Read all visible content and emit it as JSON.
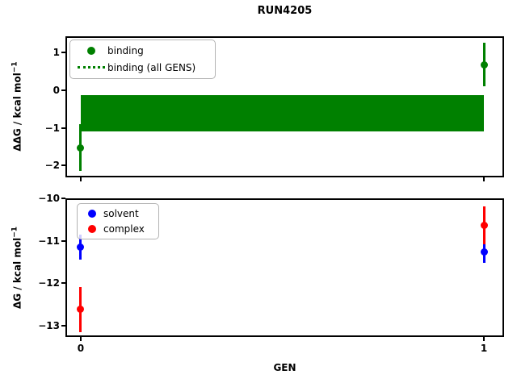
{
  "title": "RUN4205",
  "xlabel": "GEN",
  "background": "#ffffff",
  "chart_data": [
    {
      "type": "scatter",
      "subplot": "top",
      "ylabel": "ΔΔG / kcal mol⁻¹",
      "ylabel_text": "ΔΔG / kcal mol",
      "ylabel_sup": "−1",
      "ylim": [
        -2.31,
        1.43
      ],
      "xlim": [
        -0.038,
        1.05
      ],
      "ytick_values": [
        1,
        0,
        -1,
        -2
      ],
      "yticks": [
        "1",
        "0",
        "−1",
        "−2"
      ],
      "xticks": [
        0,
        1
      ],
      "x": [
        0,
        1
      ],
      "series": [
        {
          "name": "binding",
          "marker": "circle",
          "color": "#008000",
          "y": [
            -1.52,
            0.68
          ],
          "yerr": [
            0.62,
            0.58
          ]
        }
      ],
      "band": {
        "name": "binding (all GENS)",
        "color": "#008000",
        "x_from": 0,
        "x_to": 1,
        "y_low": -1.1,
        "y_high": -0.14
      },
      "legend": [
        {
          "label": "binding",
          "marker": "dot",
          "color": "#008000"
        },
        {
          "label": "binding (all GENS)",
          "marker": "dotted-line",
          "color": "#008000"
        }
      ]
    },
    {
      "type": "scatter",
      "subplot": "bottom",
      "ylabel": "ΔG / kcal mol⁻¹",
      "ylabel_text": "ΔG / kcal mol",
      "ylabel_sup": "−1",
      "ylim": [
        -13.27,
        -10.0
      ],
      "xlim": [
        -0.038,
        1.05
      ],
      "ytick_values": [
        -10,
        -11,
        -12,
        -13
      ],
      "yticks": [
        "−10",
        "−11",
        "−12",
        "−13"
      ],
      "xticks": [
        0,
        1
      ],
      "xtick_labels": [
        "0",
        "1"
      ],
      "x": [
        0,
        1
      ],
      "series": [
        {
          "name": "solvent",
          "marker": "circle",
          "color": "#0000ff",
          "y": [
            -11.15,
            -11.26
          ],
          "yerr": [
            0.3,
            0.27
          ]
        },
        {
          "name": "complex",
          "marker": "circle",
          "color": "#ff0000",
          "y": [
            -12.62,
            -10.64
          ],
          "yerr": [
            0.53,
            0.45
          ]
        }
      ],
      "legend": [
        {
          "label": "solvent",
          "marker": "dot",
          "color": "#0000ff"
        },
        {
          "label": "complex",
          "marker": "dot",
          "color": "#ff0000"
        }
      ]
    }
  ]
}
